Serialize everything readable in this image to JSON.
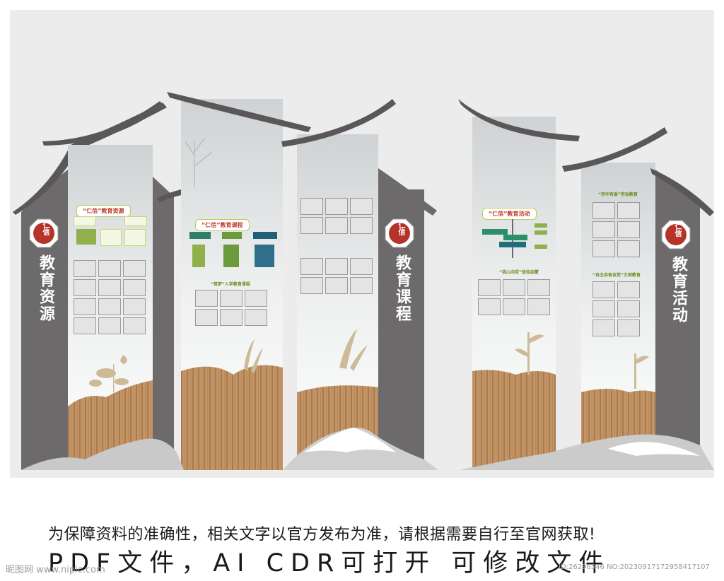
{
  "panels": {
    "p1": {
      "vertical_title": "教育资源",
      "seal": "仁信",
      "heading": "“仁信”教育资源"
    },
    "p2": {
      "heading": "“仁信”教育课程",
      "sub": "“筑梦”入学教育课程"
    },
    "p3": {
      "vertical_title": "教育课程",
      "seal": "仁信"
    },
    "p4": {
      "heading": "“仁信”教育活动",
      "sub": "“我心向党”信仰启蒙"
    },
    "p5": {
      "sub1": "“劳中有爱”劳动教育",
      "sub2": "“自主自省自觉”文明教育"
    },
    "p6": {
      "vertical_title": "教育活动",
      "seal": "仁信"
    }
  },
  "footer": {
    "line1": "为保障资料的准确性，相关文字以官方发布为准，请根据需要自行至官网获取!",
    "line2": "PDF文件，AI CDR可打开 可修改文件"
  },
  "watermark": {
    "left": "昵图网 www.nipic.com",
    "right": "ID:26296546 NO:20230917172958417107"
  },
  "colors": {
    "gray": "#6d6a6b",
    "roof": "#5a5758",
    "wood": "#b98a5b",
    "accent_green": "#6b8e23",
    "accent_red": "#c0392b"
  }
}
